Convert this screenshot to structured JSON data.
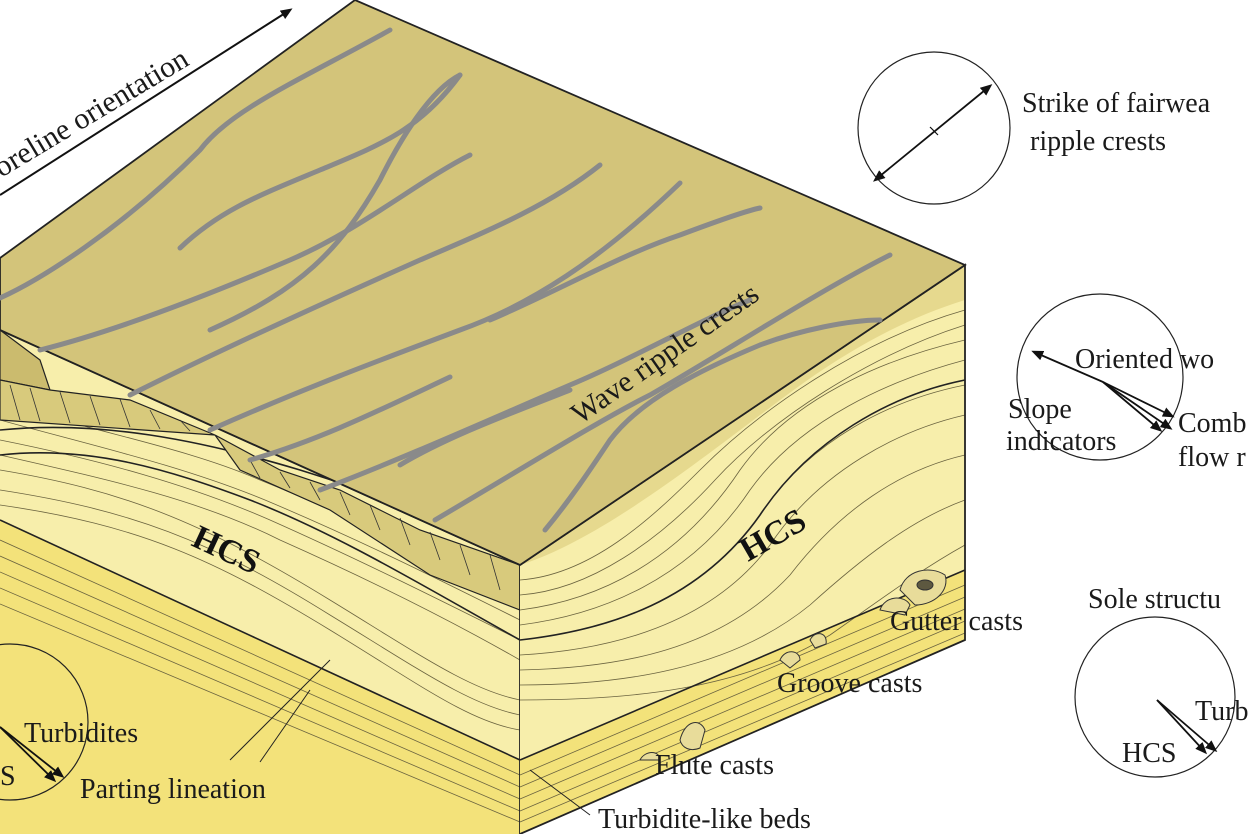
{
  "labels": {
    "shoreline": "oreline orientation",
    "wave_ripple": "Wave ripple crests",
    "hcs_left": "HCS",
    "hcs_right": "HCS",
    "strike_line1": "Strike of fairwea",
    "strike_line2": "ripple crests",
    "oriented": "Oriented wo",
    "slope_line1": "Slope",
    "slope_line2": "indicators",
    "comb_line1": "Comb",
    "comb_line2": "flow r",
    "sole": "Sole structu",
    "turb_right": "Turb",
    "hcs_right_circle": "HCS",
    "gutter": "Gutter casts",
    "groove": "Groove casts",
    "flute": "Flute casts",
    "turbidite_beds": "Turbidite-like beds",
    "turbidites_left": "Turbidites",
    "hcs_left_circle": "S",
    "parting": "Parting lineation"
  },
  "colors": {
    "top_surface": "#d3c47a",
    "front_face": "#f6eda3",
    "bottom_beds": "#f3e27a",
    "crest_lines": "#8a8a8a",
    "outline": "#222222"
  }
}
